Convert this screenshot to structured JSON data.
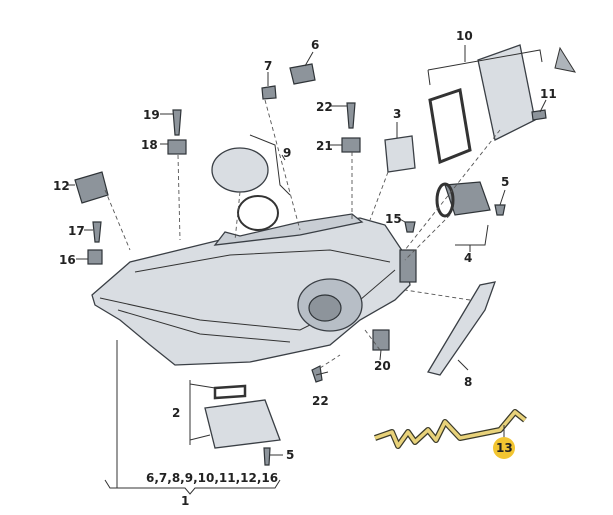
{
  "diagram": {
    "labels": [
      "1",
      "6,7,8,9,10,11,12,16",
      "2",
      "3",
      "4",
      "5",
      "5",
      "6",
      "7",
      "8",
      "9",
      "10",
      "11",
      "12",
      "13",
      "15",
      "16",
      "17",
      "18",
      "19",
      "20",
      "21",
      "22",
      "22"
    ],
    "highlight_label": "13",
    "highlight_color": "#f2c531",
    "wire_color": "#e8d27a"
  }
}
